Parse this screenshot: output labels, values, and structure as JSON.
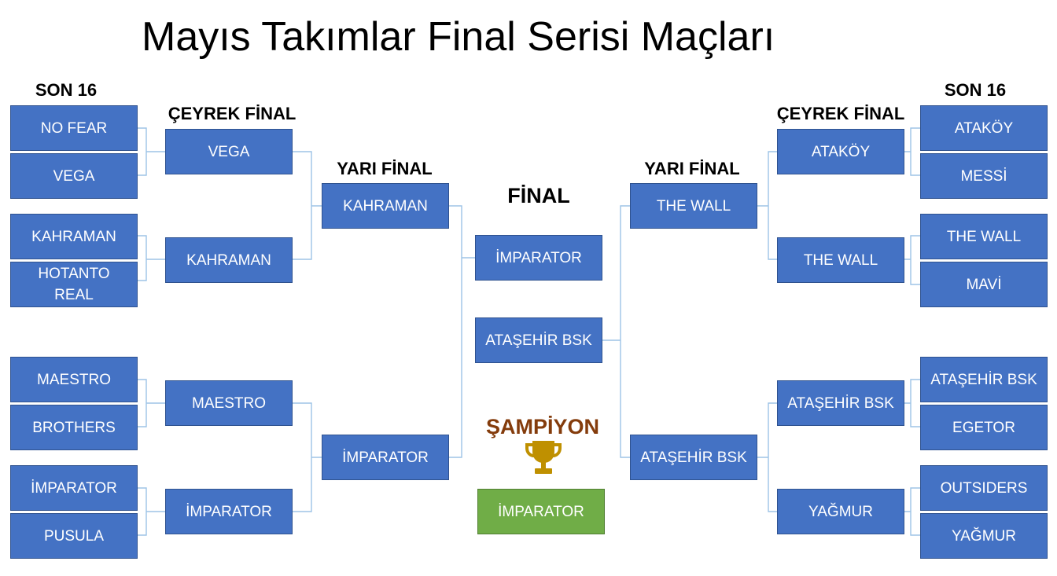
{
  "title": "Mayıs Takımlar Final Serisi Maçları",
  "headers": {
    "son16_left": "SON 16",
    "son16_right": "SON 16",
    "ceyrek_left": "ÇEYREK FİNAL",
    "ceyrek_right": "ÇEYREK FİNAL",
    "yari_left": "YARI FİNAL",
    "yari_right": "YARI FİNAL",
    "final": "FİNAL",
    "champion": "ŞAMPİYON"
  },
  "left": {
    "son16": [
      "NO FEAR",
      "VEGA",
      "KAHRAMAN",
      "HOTANTO REAL",
      "MAESTRO",
      "BROTHERS",
      "İMPARATOR",
      "PUSULA"
    ],
    "ceyrek": [
      "VEGA",
      "KAHRAMAN",
      "MAESTRO",
      "İMPARATOR"
    ],
    "yari": [
      "KAHRAMAN",
      "İMPARATOR"
    ]
  },
  "right": {
    "son16": [
      "ATAKÖY",
      "MESSİ",
      "THE WALL",
      "MAVİ",
      "ATAŞEHİR BSK",
      "EGETOR",
      "OUTSIDERS",
      "YAĞMUR"
    ],
    "ceyrek": [
      "ATAKÖY",
      "THE WALL",
      "ATAŞEHİR BSK",
      "YAĞMUR"
    ],
    "yari": [
      "THE WALL",
      "ATAŞEHİR BSK"
    ]
  },
  "final": [
    "İMPARATOR",
    "ATAŞEHİR BSK"
  ],
  "champion": "İMPARATOR",
  "colors": {
    "box": "#4472c4",
    "box_border": "#2f528f",
    "champion_box": "#70ad47",
    "champion_text": "#843c0c",
    "trophy": "#bf9000",
    "connector": "#9dc3e6"
  },
  "icons": {
    "trophy": "trophy-icon"
  }
}
